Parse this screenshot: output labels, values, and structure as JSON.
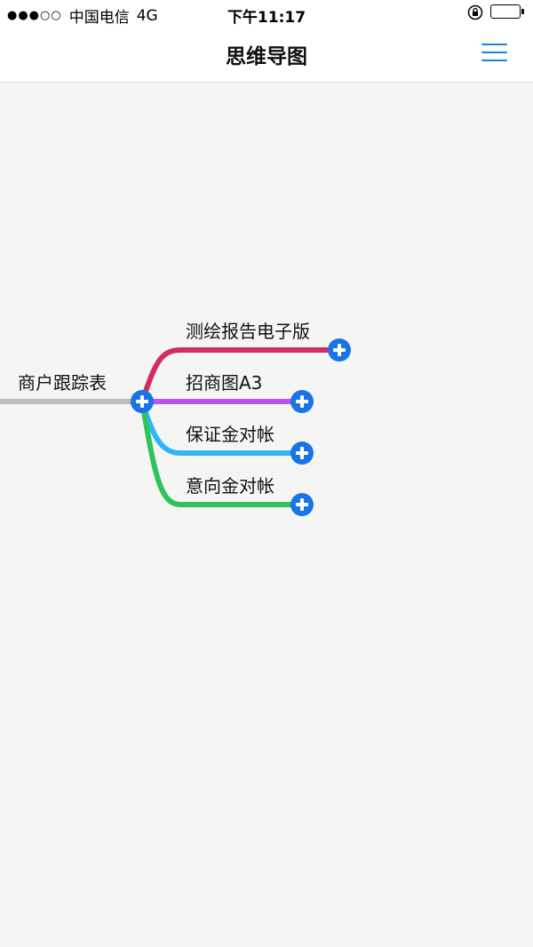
{
  "status_bar": {
    "signal": "●●●○○",
    "carrier": "中国电信",
    "network": "4G",
    "time": "下午11:17"
  },
  "nav": {
    "title": "思维导图",
    "menu_icon": "hamburger-menu-icon"
  },
  "mindmap": {
    "root": {
      "label": "商户跟踪表",
      "line_color": "#bdbdbd"
    },
    "children": [
      {
        "label": "测绘报告电子版",
        "color": "#d42b63"
      },
      {
        "label": "招商图A3",
        "color": "#bb55e8"
      },
      {
        "label": "保证金对帐",
        "color": "#2fb5f5"
      },
      {
        "label": "意向金对帐",
        "color": "#2ec45b"
      }
    ],
    "add_icon": "plus-circle-icon",
    "accent_color": "#1a74e6"
  }
}
